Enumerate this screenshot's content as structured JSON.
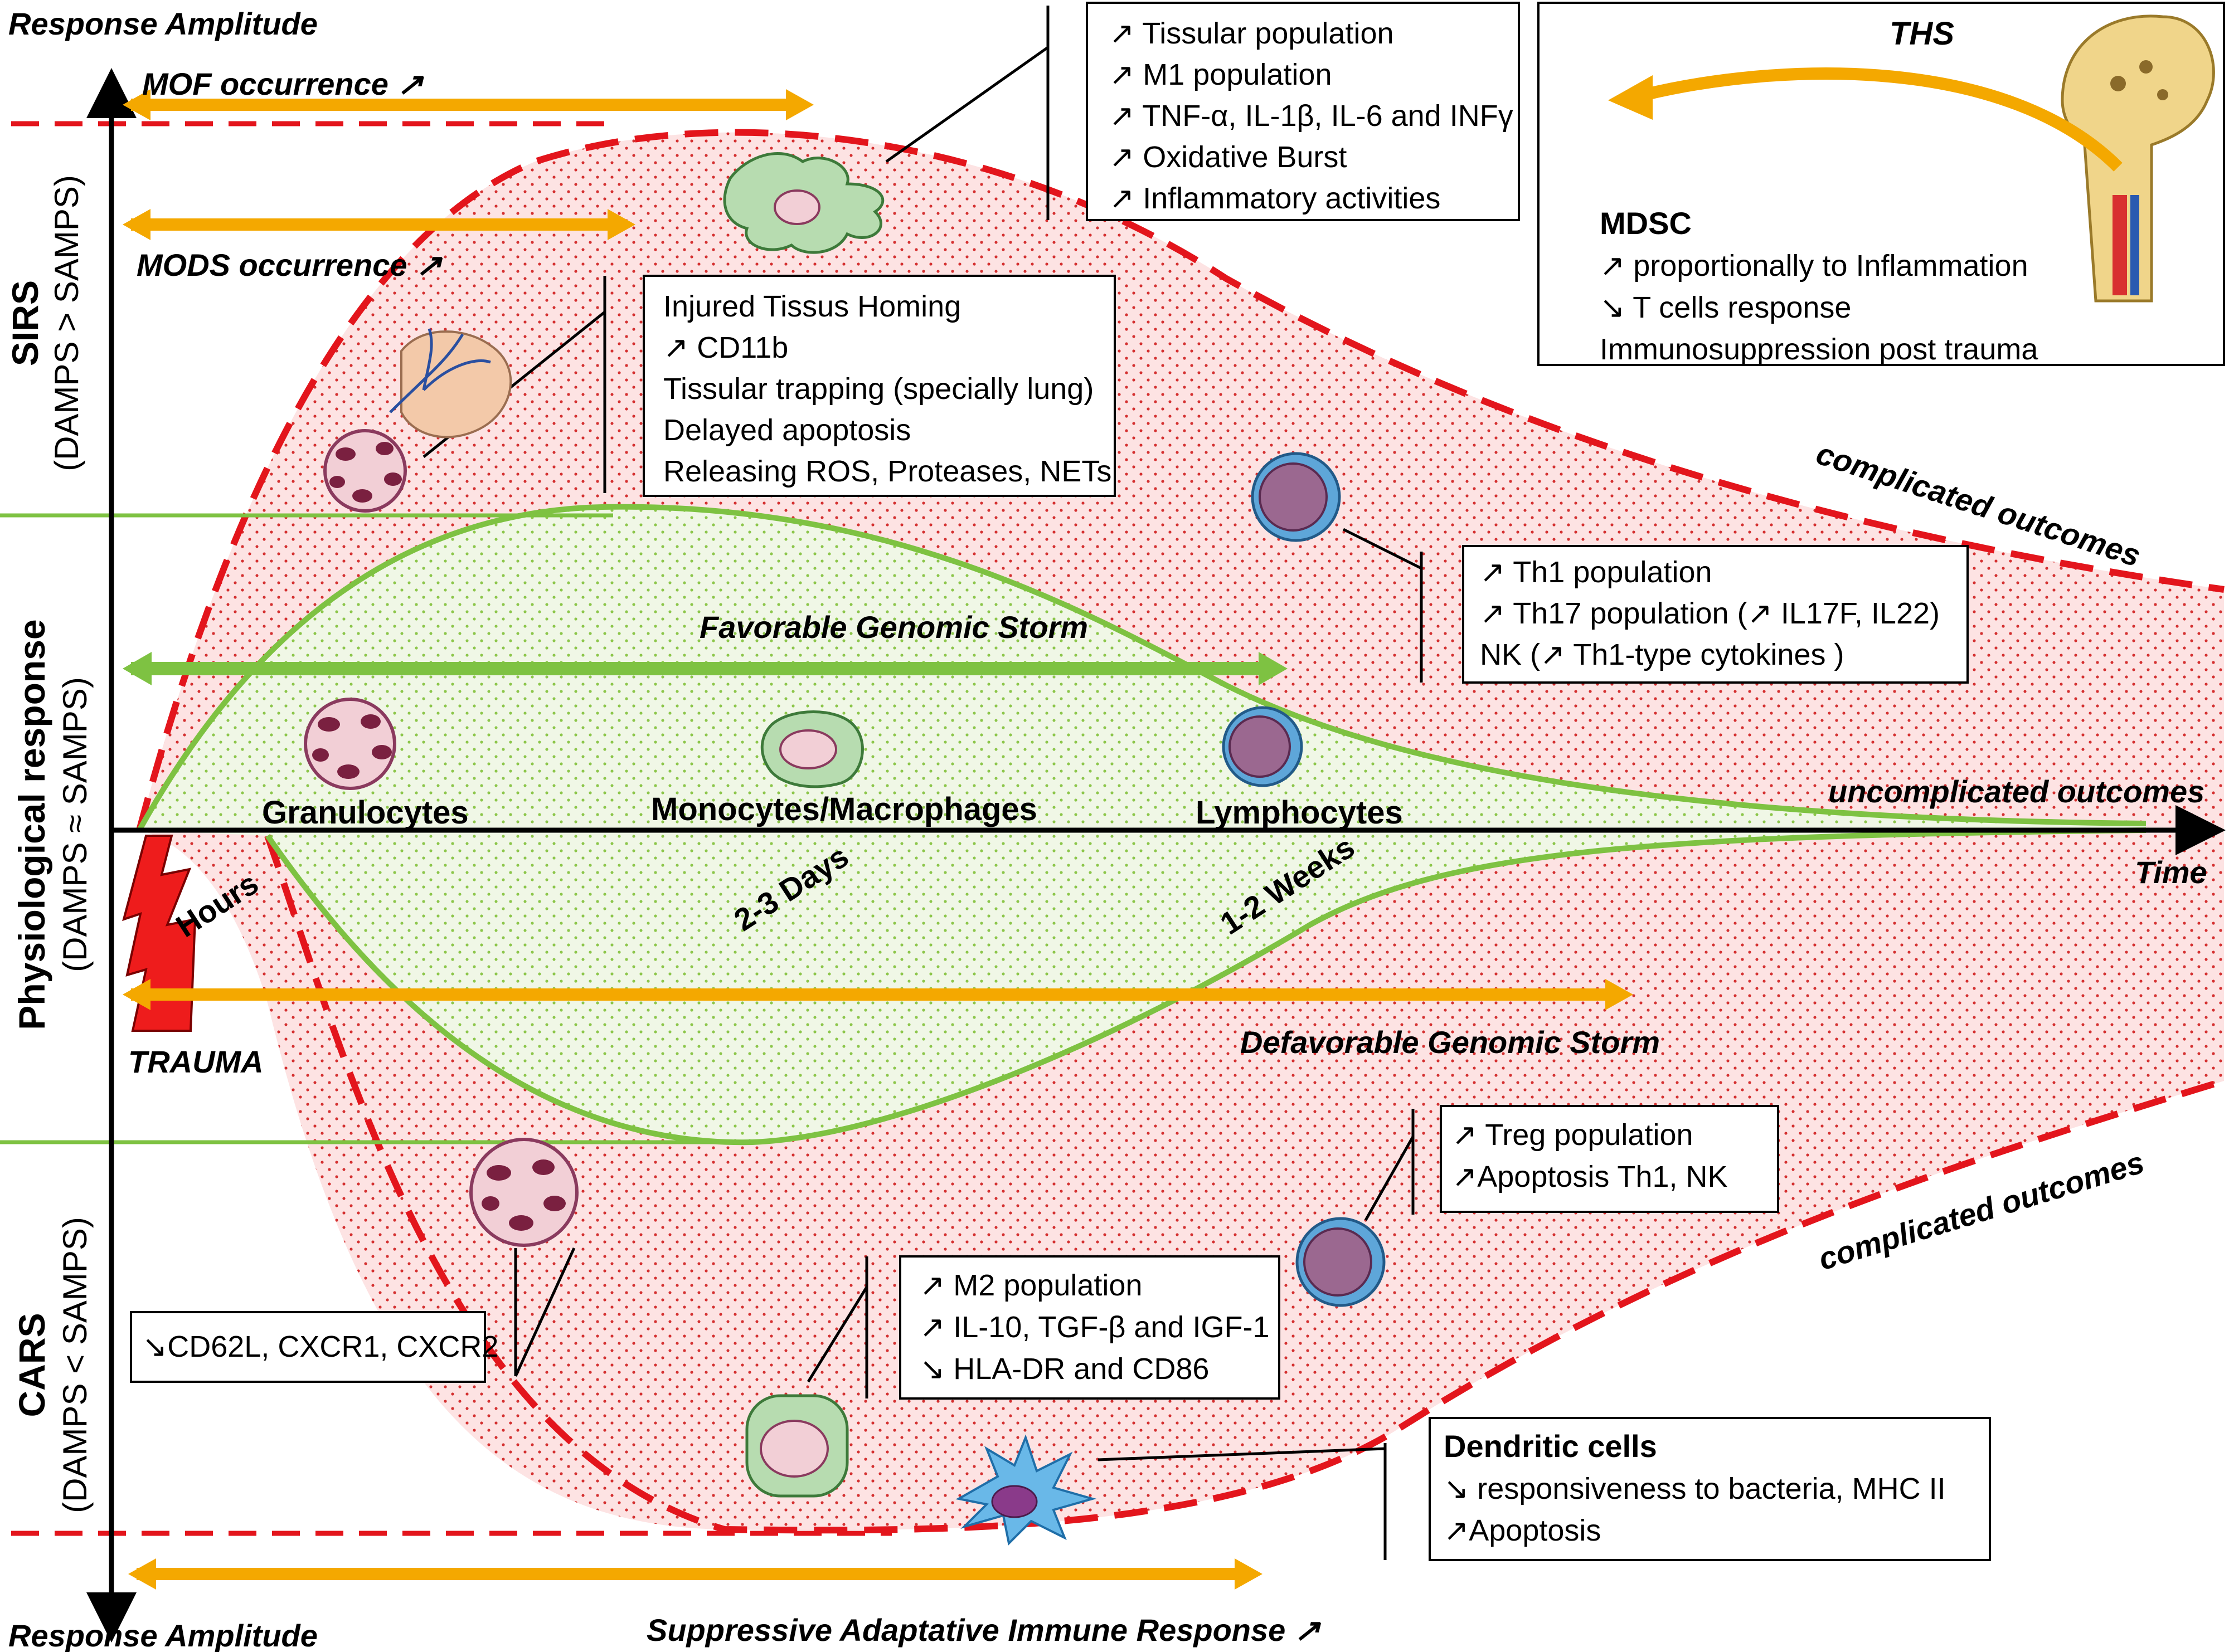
{
  "axes": {
    "top_label": "Response Amplitude",
    "bottom_label": "Response Amplitude",
    "time_label": "Time"
  },
  "y_sections": {
    "sirs": {
      "title": "SIRS",
      "subtitle": "(DAMPS > SAMPS)"
    },
    "physio": {
      "title": "Physiological response",
      "subtitle": "(DAMPS ≈ SAMPS)"
    },
    "cars": {
      "title": "CARS",
      "subtitle": "(DAMPS < SAMPS)"
    }
  },
  "timeline": {
    "hours": "Hours",
    "days": "2-3 Days",
    "weeks": "1-2 Weeks"
  },
  "trauma": "TRAUMA",
  "arrows": {
    "mof": "MOF occurrence ↗",
    "mods": "MODS occurrence ↗",
    "favorable": "Favorable Genomic Storm",
    "defavorable": "Defavorable Genomic Storm",
    "suppressive": "Suppressive Adaptative Immune Response ↗"
  },
  "outcomes": {
    "complicated_top": "complicated outcomes",
    "uncomplicated": "uncomplicated outcomes",
    "complicated_bottom": "complicated outcomes"
  },
  "cells": {
    "granulocytes": "Granulocytes",
    "monocytes": "Monocytes/Macrophages",
    "lymphocytes": "Lymphocytes"
  },
  "boxes": {
    "m1": [
      "↗ Tissular population",
      "↗ M1 population",
      "↗ TNF-α, IL-1β, IL-6 and INFγ",
      "↗ Oxidative Burst",
      "↗ Inflammatory activities"
    ],
    "neutro": [
      "Injured Tissus Homing",
      "↗ CD11b",
      "Tissular trapping (specially lung)",
      "Delayed apoptosis",
      "Releasing ROS, Proteases, NETs"
    ],
    "th": [
      "↗ Th1  population",
      "↗ Th17 population (↗ IL17F, IL22)",
      "NK (↗ Th1-type cytokines )"
    ],
    "ths": {
      "title": "THS",
      "heading": "MDSC",
      "lines": [
        "↗ proportionally to Inflammation",
        "↘ T cells response",
        "Immunosuppression post trauma"
      ]
    },
    "treg": [
      "↗ Treg population",
      "↗Apoptosis Th1, NK"
    ],
    "cd62": [
      "↘CD62L, CXCR1, CXCR2"
    ],
    "m2": [
      "↗ M2 population",
      "↗ IL-10, TGF-β and IGF-1",
      "↘ HLA-DR and CD86"
    ],
    "dendritic": {
      "heading": "Dendritic cells",
      "lines": [
        "↘ responsiveness to bacteria, MHC II",
        "↗Apoptosis"
      ]
    }
  },
  "colors": {
    "orange": "#f4a800",
    "green": "#7ec242",
    "red": "#e3151c",
    "dots_red": "#d43030",
    "dots_green": "#7ec242",
    "cell_pink": "#f2cfd6",
    "cell_purple": "#8a3a5e",
    "lymph_blue": "#5ea6d9",
    "mono_green": "#b7dcb0",
    "dendritic_blue": "#69b8e8",
    "bone": "#f0d58a"
  }
}
